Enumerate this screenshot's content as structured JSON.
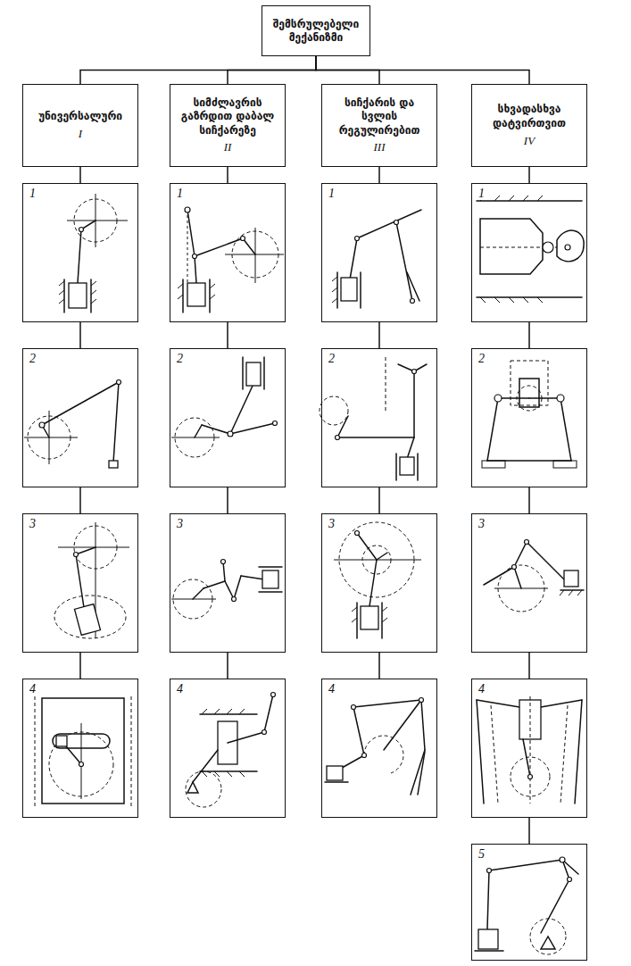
{
  "diagram": {
    "nodes": [
      {
        "text": [
          "შემსრულებელი მექანიზმი"
        ]
      },
      {
        "text": [
          "უნივერსალური",
          "I"
        ]
      },
      {
        "text": [
          "სიმძლავრის გაზრდით დაბალ სიჩქარეზე",
          "II"
        ]
      },
      {
        "text": [
          "სიჩქარის და სვლის რეგულირებით",
          "III"
        ]
      },
      {
        "text": [
          "სხვადასხვა დატვირთვით",
          "IV"
        ]
      },
      {
        "text": [
          "1"
        ]
      },
      {
        "text": [
          "2"
        ]
      },
      {
        "text": [
          "3"
        ]
      },
      {
        "text": [
          "4"
        ]
      },
      {
        "text": [
          "1"
        ]
      },
      {
        "text": [
          "2"
        ]
      },
      {
        "text": [
          "3"
        ]
      },
      {
        "text": [
          "4"
        ]
      },
      {
        "text": [
          "1"
        ]
      },
      {
        "text": [
          "2"
        ]
      },
      {
        "text": [
          "3"
        ]
      },
      {
        "text": [
          "4"
        ]
      },
      {
        "text": [
          "1"
        ]
      },
      {
        "text": [
          "2"
        ]
      },
      {
        "text": [
          "3"
        ]
      },
      {
        "text": [
          "4"
        ]
      },
      {
        "text": [
          "5"
        ]
      }
    ],
    "edges": [
      {
        "from": 0,
        "to": 1,
        "arrow": "none"
      },
      {
        "from": 0,
        "to": 2,
        "arrow": "none"
      },
      {
        "from": 0,
        "to": 3,
        "arrow": "none"
      },
      {
        "from": 0,
        "to": 4,
        "arrow": "none"
      },
      {
        "from": 1,
        "to": 5,
        "arrow": "none"
      },
      {
        "from": 5,
        "to": 6,
        "arrow": "none"
      },
      {
        "from": 6,
        "to": 7,
        "arrow": "none"
      },
      {
        "from": 7,
        "to": 8,
        "arrow": "none"
      },
      {
        "from": 2,
        "to": 9,
        "arrow": "none"
      },
      {
        "from": 9,
        "to": 10,
        "arrow": "none"
      },
      {
        "from": 10,
        "to": 11,
        "arrow": "none"
      },
      {
        "from": 11,
        "to": 12,
        "arrow": "none"
      },
      {
        "from": 3,
        "to": 13,
        "arrow": "none"
      },
      {
        "from": 13,
        "to": 14,
        "arrow": "none"
      },
      {
        "from": 14,
        "to": 15,
        "arrow": "none"
      },
      {
        "from": 15,
        "to": 16,
        "arrow": "none"
      },
      {
        "from": 4,
        "to": 17,
        "arrow": "none"
      },
      {
        "from": 17,
        "to": 18,
        "arrow": "none"
      },
      {
        "from": 18,
        "to": 19,
        "arrow": "none"
      },
      {
        "from": 19,
        "to": 20,
        "arrow": "none"
      },
      {
        "from": 20,
        "to": 21,
        "arrow": "none"
      }
    ]
  }
}
